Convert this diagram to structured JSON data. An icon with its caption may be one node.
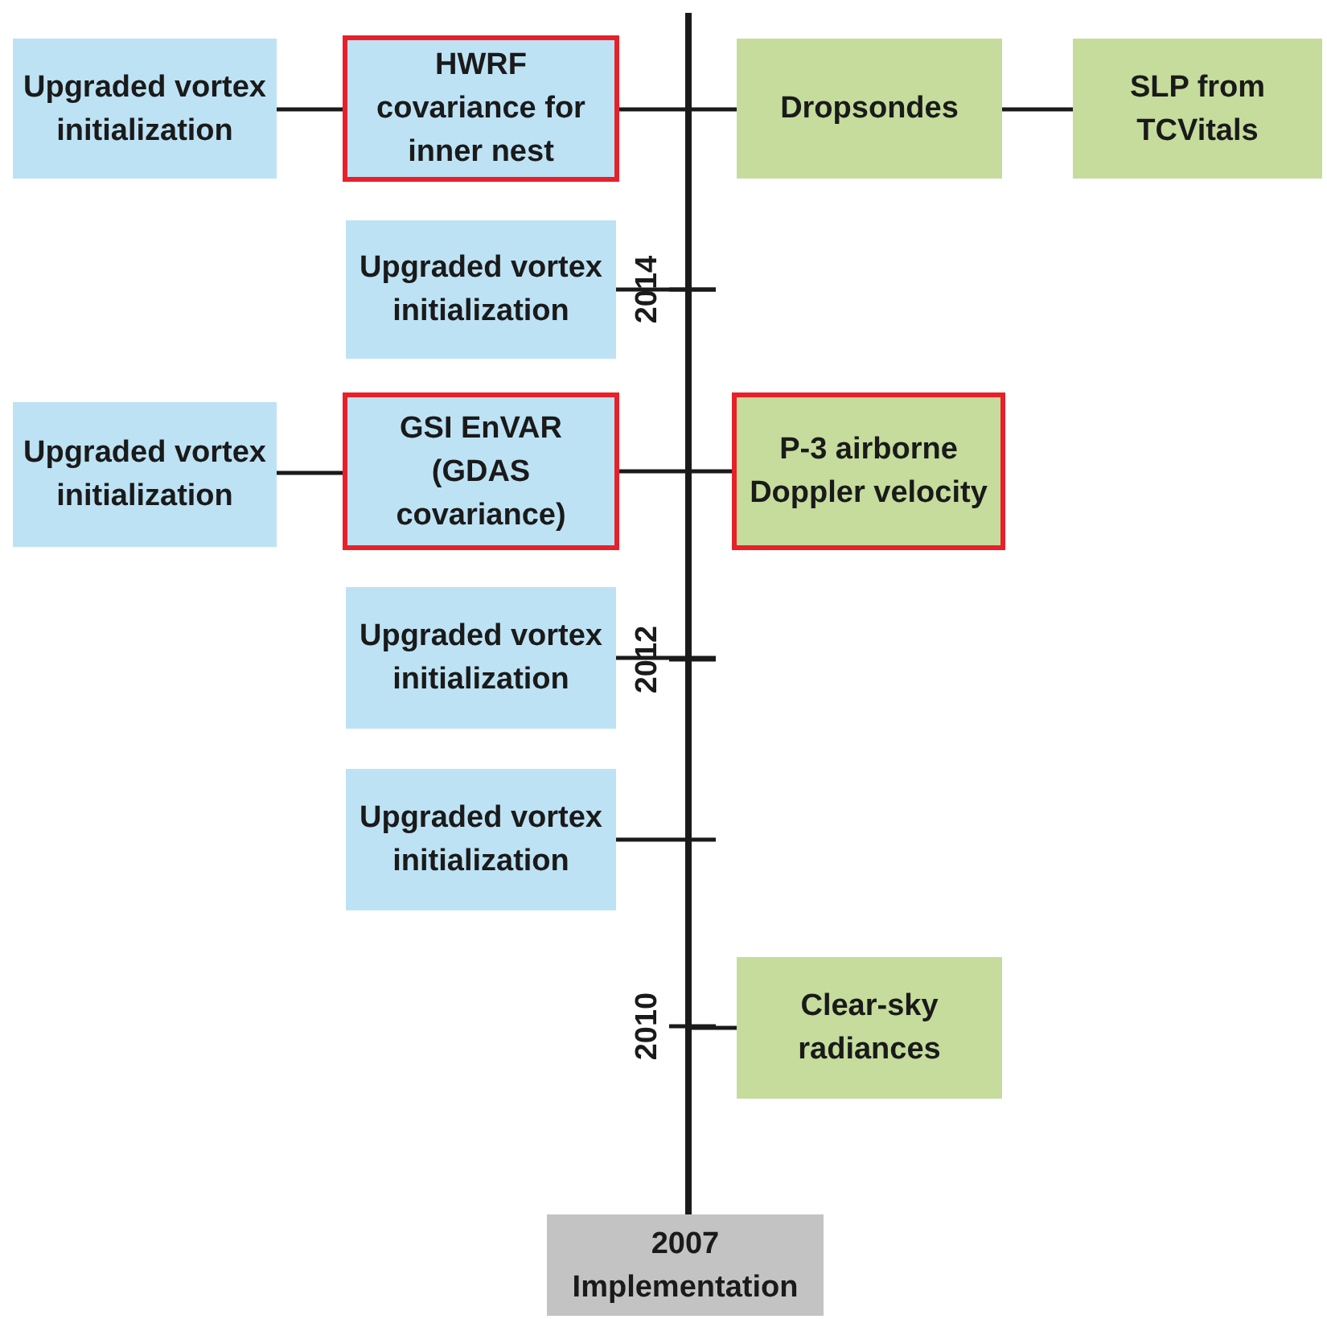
{
  "diagram": {
    "nodes": [
      {
        "text": [
          "Upgraded vortex initialization"
        ]
      },
      {
        "text": [
          "HWRF covariance for inner nest"
        ]
      },
      {
        "text": [
          "Dropsondes"
        ]
      },
      {
        "text": [
          "SLP from TCVitals"
        ]
      },
      {
        "text": [
          "Upgraded vortex initialization"
        ]
      },
      {
        "text": [
          "Upgraded vortex initialization"
        ]
      },
      {
        "text": [
          "GSI EnVAR (GDAS covariance)"
        ]
      },
      {
        "text": [
          "P-3 airborne Doppler velocity"
        ]
      },
      {
        "text": [
          "Upgraded vortex initialization"
        ]
      },
      {
        "text": [
          "Upgraded vortex initialization"
        ]
      },
      {
        "text": [
          "Clear-sky radiances"
        ]
      },
      {
        "text": [
          "2007 Implementation"
        ]
      }
    ],
    "edges": [
      {
        "from": 0,
        "to": 1,
        "arrow": "none"
      },
      {
        "from": 1,
        "to": 2,
        "arrow": "none"
      },
      {
        "from": 2,
        "to": 3,
        "arrow": "none"
      },
      {
        "from": 4,
        "to": null,
        "arrow": "none"
      },
      {
        "from": 5,
        "to": 6,
        "arrow": "none"
      },
      {
        "from": 6,
        "to": 7,
        "arrow": "none"
      },
      {
        "from": 8,
        "to": null,
        "arrow": "none"
      },
      {
        "from": 9,
        "to": null,
        "arrow": "none"
      },
      {
        "from": null,
        "to": 10,
        "arrow": "none"
      }
    ],
    "labels": [
      "2014",
      "2012",
      "2010"
    ]
  }
}
